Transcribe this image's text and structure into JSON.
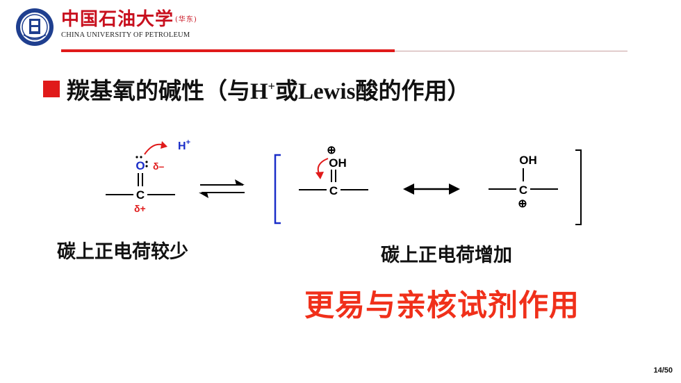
{
  "header": {
    "logo_cn": "中国石油大学",
    "logo_cn_suffix": "(华东)",
    "logo_en": "CHINA UNIVERSITY OF PETROLEUM"
  },
  "title": {
    "main": "羰基氧的碱性（与",
    "h": "H",
    "h_sup": "+",
    "mid": "或",
    "lewis": "Lewis",
    "tail": "酸的作用）"
  },
  "mechanism": {
    "oxygen": "O",
    "carbon": "C",
    "delta_minus": "δ–",
    "delta_plus": "δ+",
    "proton": "H",
    "proton_charge": "+",
    "oh": "OH",
    "plus_charge": "⊕"
  },
  "labels": {
    "left": "碳上正电荷较少",
    "right": "碳上正电荷增加",
    "conclusion": "更易与亲核试剂作用"
  },
  "colors": {
    "red": "#e01a1a",
    "blue": "#1a2ec8",
    "orange_red": "#f0301a"
  },
  "page_number": "14/50"
}
